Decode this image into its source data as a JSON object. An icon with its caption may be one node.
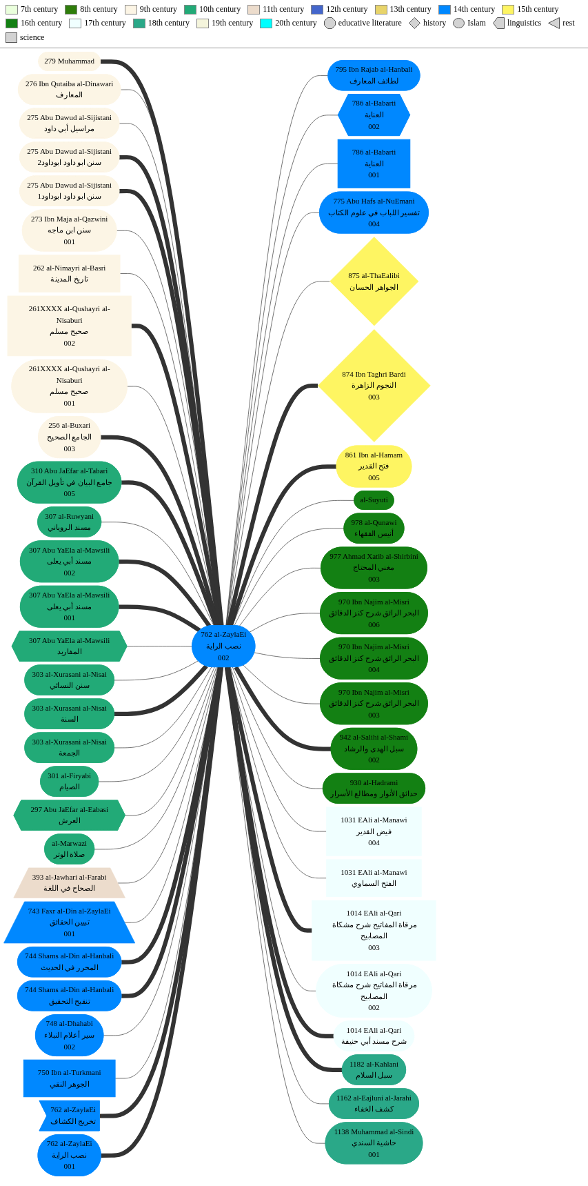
{
  "diagram": {
    "nodes": [
      {
        "text": [
          "279 Muhammad"
        ]
      },
      {
        "text": [
          "276 Ibn Qutaiba al-Dinawari",
          "المعارف"
        ]
      },
      {
        "text": [
          "275 Abu Dawud al-Sijistani",
          "مراسيل أبي داود"
        ]
      },
      {
        "text": [
          "275 Abu Dawud al-Sijistani",
          "سنن ابو داود ابوداود2"
        ]
      },
      {
        "text": [
          "275 Abu Dawud al-Sijistani",
          "سنن ابو داود ابوداود1"
        ]
      },
      {
        "text": [
          "273 Ibn Maja al-Qazwini",
          "سنن ابن ماجه",
          "001"
        ]
      },
      {
        "text": [
          "262 al-Nimayri al-Basri",
          "تاريخ المدينة"
        ]
      },
      {
        "text": [
          "261XXXX al-Qushayri al-Nisaburi",
          "صحيح مسلم",
          "002"
        ]
      },
      {
        "text": [
          "261XXXX al-Qushayri al-Nisaburi",
          "صحيح مسلم",
          "001"
        ]
      },
      {
        "text": [
          "256 al-Buxari",
          "الجامع الصحيح",
          "003"
        ]
      },
      {
        "text": [
          "310 Abu JaEfar al-Tabari",
          "جامع البيان في تأويل القرآن",
          "005"
        ]
      },
      {
        "text": [
          "307 al-Ruwyani",
          "مسند الروياني"
        ]
      },
      {
        "text": [
          "307 Abu YaEla al-Mawsili",
          "مسند أبي يعلى",
          "002"
        ]
      },
      {
        "text": [
          "307 Abu YaEla al-Mawsili",
          "مسند أبي يعلى",
          "001"
        ]
      },
      {
        "text": [
          "307 Abu YaEla al-Mawsili",
          "المفاريد"
        ]
      },
      {
        "text": [
          "303 al-Xurasani al-Nisai",
          "سنن النسائي"
        ]
      },
      {
        "text": [
          "303 al-Xurasani al-Nisai",
          "السنة"
        ]
      },
      {
        "text": [
          "303 al-Xurasani al-Nisai",
          "الجمعة"
        ]
      },
      {
        "text": [
          "301 al-Firyabi",
          "الصيام"
        ]
      },
      {
        "text": [
          "297 Abu JaEfar al-Eabasi",
          "العرش"
        ]
      },
      {
        "text": [
          "al-Marwazi",
          "صلاة الوتر"
        ]
      },
      {
        "text": [
          "393 al-Jawhari al-Farabi",
          "الصحاح في اللغة"
        ]
      },
      {
        "text": [
          "743 Faxr al-Din al-ZaylaEi",
          "تبيين الحقائق",
          "001"
        ]
      },
      {
        "text": [
          "744 Shams al-Din al-Hanbali",
          "المحرر في الحديث"
        ]
      },
      {
        "text": [
          "744 Shams al-Din al-Hanbali",
          "تنقيح التحقيق"
        ]
      },
      {
        "text": [
          "748 al-Dhahabi",
          "سير أعلام النبلاء",
          "002"
        ]
      },
      {
        "text": [
          "750 Ibn al-Turkmani",
          "الجوهر النقي"
        ]
      },
      {
        "text": [
          "762 al-ZaylaEi",
          "تخريج الكشاف"
        ]
      },
      {
        "text": [
          "762 al-ZaylaEi",
          "نصب الراية",
          "001"
        ]
      },
      {
        "text": [
          "762 al-ZaylaEi",
          "نصب الراية",
          "002"
        ]
      },
      {
        "text": [
          "795 Ibn Rajab al-Hanbali",
          "لطائف المعارف"
        ]
      },
      {
        "text": [
          "786 al-Babarti",
          "العناية",
          "002"
        ]
      },
      {
        "text": [
          "786 al-Babarti",
          "العناية",
          "001"
        ]
      },
      {
        "text": [
          "775 Abu Hafs al-NuEmani",
          "تفسير اللباب في علوم الكتاب",
          "004"
        ]
      },
      {
        "text": [
          "875 al-ThaEalibi",
          "الجواهر الحسان"
        ]
      },
      {
        "text": [
          "874 Ibn Taghri Bardi",
          "النجوم الزاهرة",
          "003"
        ]
      },
      {
        "text": [
          "861 Ibn al-Hamam",
          "فتح القدير",
          "005"
        ]
      },
      {
        "text": [
          "al-Suyuti"
        ]
      },
      {
        "text": [
          "978 al-Qunawi",
          "أنيس الفقهاء"
        ]
      },
      {
        "text": [
          "977 Ahmad Xatib al-Shirbini",
          "مغني المحتاج",
          "003"
        ]
      },
      {
        "text": [
          "970 Ibn Najim al-Misri",
          "البحر الرائق شرح كنز الدقائق",
          "006"
        ]
      },
      {
        "text": [
          "970 Ibn Najim al-Misri",
          "البحر الرائق شرح كنز الدقائق",
          "004"
        ]
      },
      {
        "text": [
          "970 Ibn Najim al-Misri",
          "البحر الرائق شرح كنز الدقائق",
          "003"
        ]
      },
      {
        "text": [
          "942 al-Salihi al-Shami",
          "سبل الهدى والرشاد",
          "002"
        ]
      },
      {
        "text": [
          "930 al-Hadrami",
          "حدائق الأنوار ومطالع الأسرار"
        ]
      },
      {
        "text": [
          "1031 EAli al-Manawi",
          "فيض القدير",
          "004"
        ]
      },
      {
        "text": [
          "1031 EAli al-Manawi",
          "الفتح السماوي"
        ]
      },
      {
        "text": [
          "1014 EAli al-Qari",
          "مرقاة المفاتيح شرح مشكاة المصابيح",
          "003"
        ]
      },
      {
        "text": [
          "1014 EAli al-Qari",
          "مرقاة المفاتيح شرح مشكاة المصابيح",
          "002"
        ]
      },
      {
        "text": [
          "1014 EAli al-Qari",
          "شرح مسند أبي حنيفة"
        ]
      },
      {
        "text": [
          "1182 al-Kahlani",
          "سبل السلام"
        ]
      },
      {
        "text": [
          "1162 al-Eajluni al-Jarahi",
          "كشف الخفاء"
        ]
      },
      {
        "text": [
          "1138 Muhammad al-Sindi",
          "حاشية السندي",
          "001"
        ]
      }
    ],
    "edges": [
      {
        "from": 0,
        "to": 29,
        "arrow": "none",
        "style": "thick"
      },
      {
        "from": 1,
        "to": 29,
        "arrow": "none"
      },
      {
        "from": 2,
        "to": 29,
        "arrow": "none"
      },
      {
        "from": 3,
        "to": 29,
        "arrow": "none",
        "style": "thick"
      },
      {
        "from": 4,
        "to": 29,
        "arrow": "none",
        "style": "thick"
      },
      {
        "from": 5,
        "to": 29,
        "arrow": "none"
      },
      {
        "from": 6,
        "to": 29,
        "arrow": "none"
      },
      {
        "from": 7,
        "to": 29,
        "arrow": "none",
        "style": "thick"
      },
      {
        "from": 8,
        "to": 29,
        "arrow": "none"
      },
      {
        "from": 9,
        "to": 29,
        "arrow": "none",
        "style": "thick"
      },
      {
        "from": 10,
        "to": 29,
        "arrow": "none",
        "style": "thick"
      },
      {
        "from": 11,
        "to": 29,
        "arrow": "none"
      },
      {
        "from": 12,
        "to": 29,
        "arrow": "none",
        "style": "thick"
      },
      {
        "from": 13,
        "to": 29,
        "arrow": "none",
        "style": "thick"
      },
      {
        "from": 14,
        "to": 29,
        "arrow": "none"
      },
      {
        "from": 15,
        "to": 29,
        "arrow": "none"
      },
      {
        "from": 16,
        "to": 29,
        "arrow": "none",
        "style": "thick"
      },
      {
        "from": 17,
        "to": 29,
        "arrow": "none"
      },
      {
        "from": 18,
        "to": 29,
        "arrow": "none"
      },
      {
        "from": 19,
        "to": 29,
        "arrow": "none"
      },
      {
        "from": 20,
        "to": 29,
        "arrow": "none"
      },
      {
        "from": 21,
        "to": 29,
        "arrow": "none"
      },
      {
        "from": 22,
        "to": 29,
        "arrow": "none"
      },
      {
        "from": 23,
        "to": 29,
        "arrow": "none",
        "style": "thick"
      },
      {
        "from": 24,
        "to": 29,
        "arrow": "none",
        "style": "thick"
      },
      {
        "from": 25,
        "to": 29,
        "arrow": "none"
      },
      {
        "from": 26,
        "to": 29,
        "arrow": "none"
      },
      {
        "from": 27,
        "to": 29,
        "arrow": "none",
        "style": "thick"
      },
      {
        "from": 28,
        "to": 29,
        "arrow": "none",
        "style": "thick"
      },
      {
        "from": 29,
        "to": 30,
        "arrow": "none"
      },
      {
        "from": 29,
        "to": 31,
        "arrow": "none"
      },
      {
        "from": 29,
        "to": 32,
        "arrow": "none"
      },
      {
        "from": 29,
        "to": 33,
        "arrow": "none"
      },
      {
        "from": 29,
        "to": 34,
        "arrow": "none"
      },
      {
        "from": 29,
        "to": 35,
        "arrow": "none",
        "style": "thick"
      },
      {
        "from": 29,
        "to": 36,
        "arrow": "none",
        "style": "thick"
      },
      {
        "from": 29,
        "to": 37,
        "arrow": "none"
      },
      {
        "from": 29,
        "to": 38,
        "arrow": "none"
      },
      {
        "from": 29,
        "to": 39,
        "arrow": "none"
      },
      {
        "from": 29,
        "to": 40,
        "arrow": "none"
      },
      {
        "from": 29,
        "to": 41,
        "arrow": "none"
      },
      {
        "from": 29,
        "to": 42,
        "arrow": "none"
      },
      {
        "from": 29,
        "to": 43,
        "arrow": "none",
        "style": "thick"
      },
      {
        "from": 29,
        "to": 44,
        "arrow": "none"
      },
      {
        "from": 29,
        "to": 45,
        "arrow": "none"
      },
      {
        "from": 29,
        "to": 46,
        "arrow": "none"
      },
      {
        "from": 29,
        "to": 47,
        "arrow": "none",
        "style": "thick"
      },
      {
        "from": 29,
        "to": 48,
        "arrow": "none"
      },
      {
        "from": 29,
        "to": 49,
        "arrow": "none",
        "style": "thick"
      },
      {
        "from": 29,
        "to": 50,
        "arrow": "none",
        "style": "thick"
      },
      {
        "from": 29,
        "to": 51,
        "arrow": "none"
      },
      {
        "from": 29,
        "to": 52,
        "arrow": "none"
      }
    ],
    "legend": [
      {
        "text": "7th century",
        "color": "#eaffdc"
      },
      {
        "text": "8th century",
        "color": "#2e7d0a"
      },
      {
        "text": "9th century",
        "color": "#fcf5e5"
      },
      {
        "text": "10th century",
        "color": "#22aa77"
      },
      {
        "text": "11th century",
        "color": "#ecdccc"
      },
      {
        "text": "12th century",
        "color": "#4466cc"
      },
      {
        "text": "13th century",
        "color": "#e8d46a"
      },
      {
        "text": "14th century",
        "color": "#0088ff"
      },
      {
        "text": "15th century",
        "color": "#fef562"
      },
      {
        "text": "16th century",
        "color": "#138013"
      },
      {
        "text": "17th century",
        "color": "#f0ffff"
      },
      {
        "text": "18th century",
        "color": "#2aa888"
      },
      {
        "text": "19th century",
        "color": "#f5f5dc"
      },
      {
        "text": "20th century",
        "color": "#00ffff"
      },
      {
        "text": "educative literature"
      },
      {
        "text": "history"
      },
      {
        "text": "Islam"
      },
      {
        "text": "linguistics"
      },
      {
        "text": "rest"
      },
      {
        "text": "science"
      }
    ]
  }
}
